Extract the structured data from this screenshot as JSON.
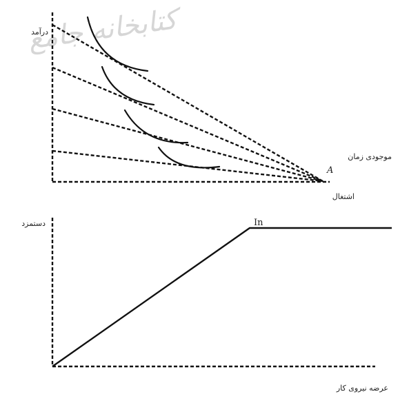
{
  "watermark": "ﻛﺘﺎﺑﺨﺎﻧﻪ ﺟﺎﻣﻊ",
  "top_panel": {
    "y_axis_label": "درآمد",
    "time_label": "موجودی زمان",
    "point_label": "A",
    "x_axis_label": "اشتغال"
  },
  "bottom_panel": {
    "y_axis_label": "دستمزد",
    "kink_label": "In",
    "x_axis_label": "عرضه نیروی کار"
  }
}
